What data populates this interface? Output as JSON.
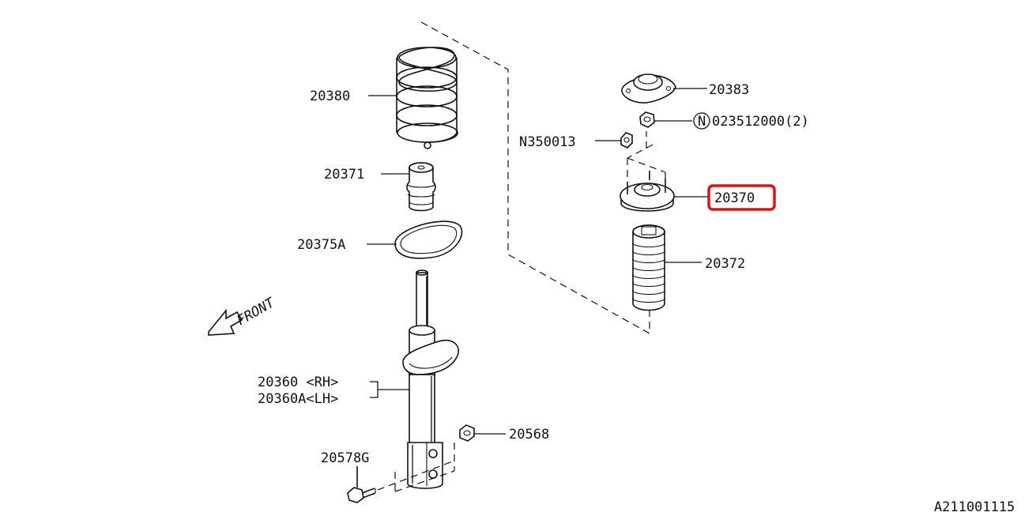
{
  "diagram": {
    "parts": {
      "coil_spring": "20380",
      "bump_stopper": "20371",
      "spring_seat_rubber": "20375A",
      "strut_rh": "20360 <RH>",
      "strut_lh": "20360A<LH>",
      "bolt": "20578G",
      "nut_lower": "20568",
      "mount_cap": "20383",
      "nut_upper": "023512000(2)",
      "nut_upper_prefix": "N",
      "nut_small": "N350013",
      "strut_mount": "20370",
      "dust_boot": "20372"
    },
    "front_label": "FRONT",
    "ref_code": "A211001115",
    "highlight_color": "#e01010"
  }
}
